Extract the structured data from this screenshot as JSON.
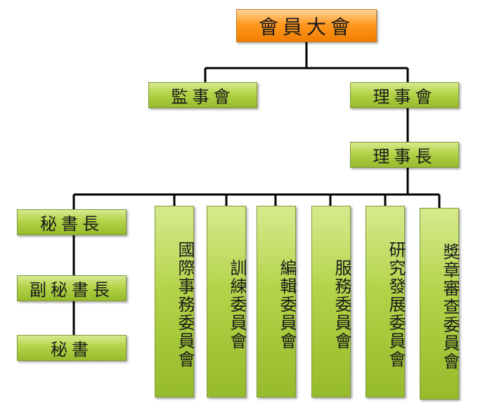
{
  "nodes": {
    "general_assembly": "會員大會",
    "supervisors": "監事會",
    "board": "理事會",
    "chairman": "理事長",
    "secretary_general": "秘書長",
    "deputy_secretary_general": "副秘書長",
    "secretary": "秘書",
    "international_affairs": "國際事務委員會",
    "training": "訓練委員會",
    "editorial": "編輯委員會",
    "service": "服務委員會",
    "research": "研究發展委員會",
    "awards_review": "獎章審查委員會"
  },
  "colors": {
    "root_fill": "#ff9a22",
    "box_fill": "#b3d348",
    "line": "#000000"
  }
}
